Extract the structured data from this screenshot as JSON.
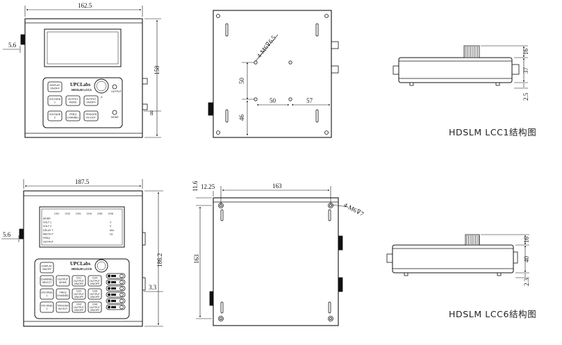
{
  "captions": {
    "lcc1": "HDSLM LCC1结构图",
    "lcc6": "HDSLM LCC6结构图"
  },
  "lcc1": {
    "dims": {
      "width": "162.5",
      "height": "158",
      "side_offset": "5.6",
      "bottom_offset": "8",
      "hole_spec": "4-M6⊽6.5",
      "v50": "50",
      "v46": "46",
      "h50": "50",
      "h57": "57",
      "side_16": "16",
      "side_37": "37",
      "side_25": "2.5"
    },
    "panel": {
      "brand": "UPCLabs",
      "model": "HDSLM LCC1",
      "output_label": "OUTPUT",
      "mode_label": "MODE",
      "knob_label": "A",
      "buttons": [
        [
          "DISPLAY",
          "ON/OFF"
        ],
        [
          "VOLTAGE",
          "1"
        ],
        [
          "OUTPUT",
          "MODE"
        ],
        [
          "OUTPUT",
          "ON/OFF"
        ],
        [
          "VOLTAGE",
          "2"
        ],
        [
          "FREQ",
          "CHANNEL"
        ],
        [
          "TRIGGER",
          "IN+OUT"
        ]
      ]
    }
  },
  "lcc6": {
    "dims": {
      "width": "187.5",
      "height": "186.2",
      "side_offset": "5.6",
      "bottom_offset": "3.3",
      "top_small": "11.6",
      "top_left": "12.25",
      "hole_pitch": "163",
      "v_pitch": "163",
      "hole_spec": "4-M6⊽7",
      "side_16": "16",
      "side_40": "40",
      "side_23": "2.3"
    },
    "panel": {
      "brand": "UPCLabs",
      "model": "HDSLM LCC6",
      "channels": [
        "CH1",
        "CH2",
        "CH3",
        "CH4",
        "CH5",
        "CH6"
      ],
      "lcd_rows": [
        "MODE",
        "VOLT 1",
        "VOLT 2",
        "DELAY T",
        "WIDTH T",
        "FREQ",
        "OUTPUT"
      ],
      "lcd_units": [
        "V",
        "V",
        "kHz",
        "Hz"
      ],
      "buttons": [
        [
          "DISPLAY",
          "ON/OFF"
        ],
        [
          "CHANNEL",
          "SELECT"
        ],
        [
          "OUTPUT",
          "MODE"
        ],
        [
          "CH1",
          "OUTPUT",
          "ON/OFF"
        ],
        [
          "CH4",
          "OUTPUT",
          "ON/OFF"
        ],
        [
          "VOLTAGE",
          "1"
        ],
        [
          "FREQ",
          "CHANNEL"
        ],
        [
          "CH2",
          "OUTPUT",
          "ON/OFF"
        ],
        [
          "CH5",
          "OUTPUT",
          "ON/OFF"
        ],
        [
          "VOLTAGE",
          "2"
        ],
        [
          "TRIGGER",
          "IN+OUT"
        ],
        [
          "CH3",
          "OUTPUT",
          "ON/OFF"
        ],
        [
          "CH6",
          "OUTPUT",
          "ON/OFF"
        ]
      ]
    }
  }
}
